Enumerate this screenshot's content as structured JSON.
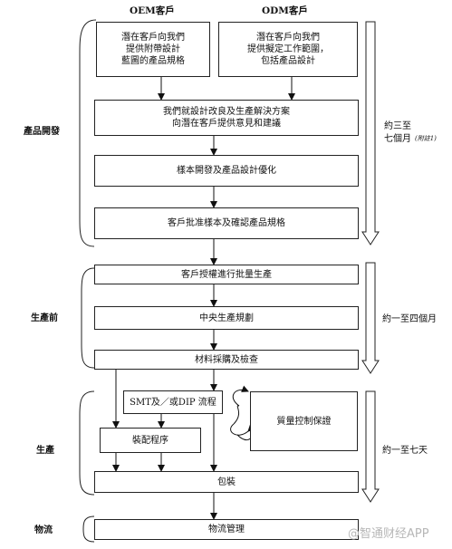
{
  "headers": {
    "oem": "OEM客戶",
    "odm": "ODM客戶"
  },
  "stages": {
    "product_dev": "產品開發",
    "pre_production": "生產前",
    "production": "生產",
    "logistics": "物流"
  },
  "boxes": {
    "oem_request": "潛在客戶向我們\n提供附帶設計\n藍圖的產品規格",
    "odm_request": "潛在客戶向我們\n提供擬定工作範圍，\n包括產品設計",
    "design_advice": "我們就設計改良及生產解決方案\n向潛在客戶提供意見和建議",
    "sample_dev": "樣本開發及產品設計優化",
    "customer_approval": "客戶批准樣本及確認產品規格",
    "authorize_mass": "客戶授權進行批量生產",
    "central_planning": "中央生產規劃",
    "material_purchase": "材料採購及檢查",
    "smt_dip": "SMT及／或DIP 流程",
    "assembly": "裝配程序",
    "quality_control": "質量控制保證",
    "packaging": "包裝",
    "logistics_mgmt": "物流管理"
  },
  "durations": {
    "product_dev": "約三至\n七個月",
    "product_dev_note": "(附註1)",
    "pre_production": "約一至四個月",
    "production": "約一至七天"
  },
  "watermark": "@智通财经APP"
}
